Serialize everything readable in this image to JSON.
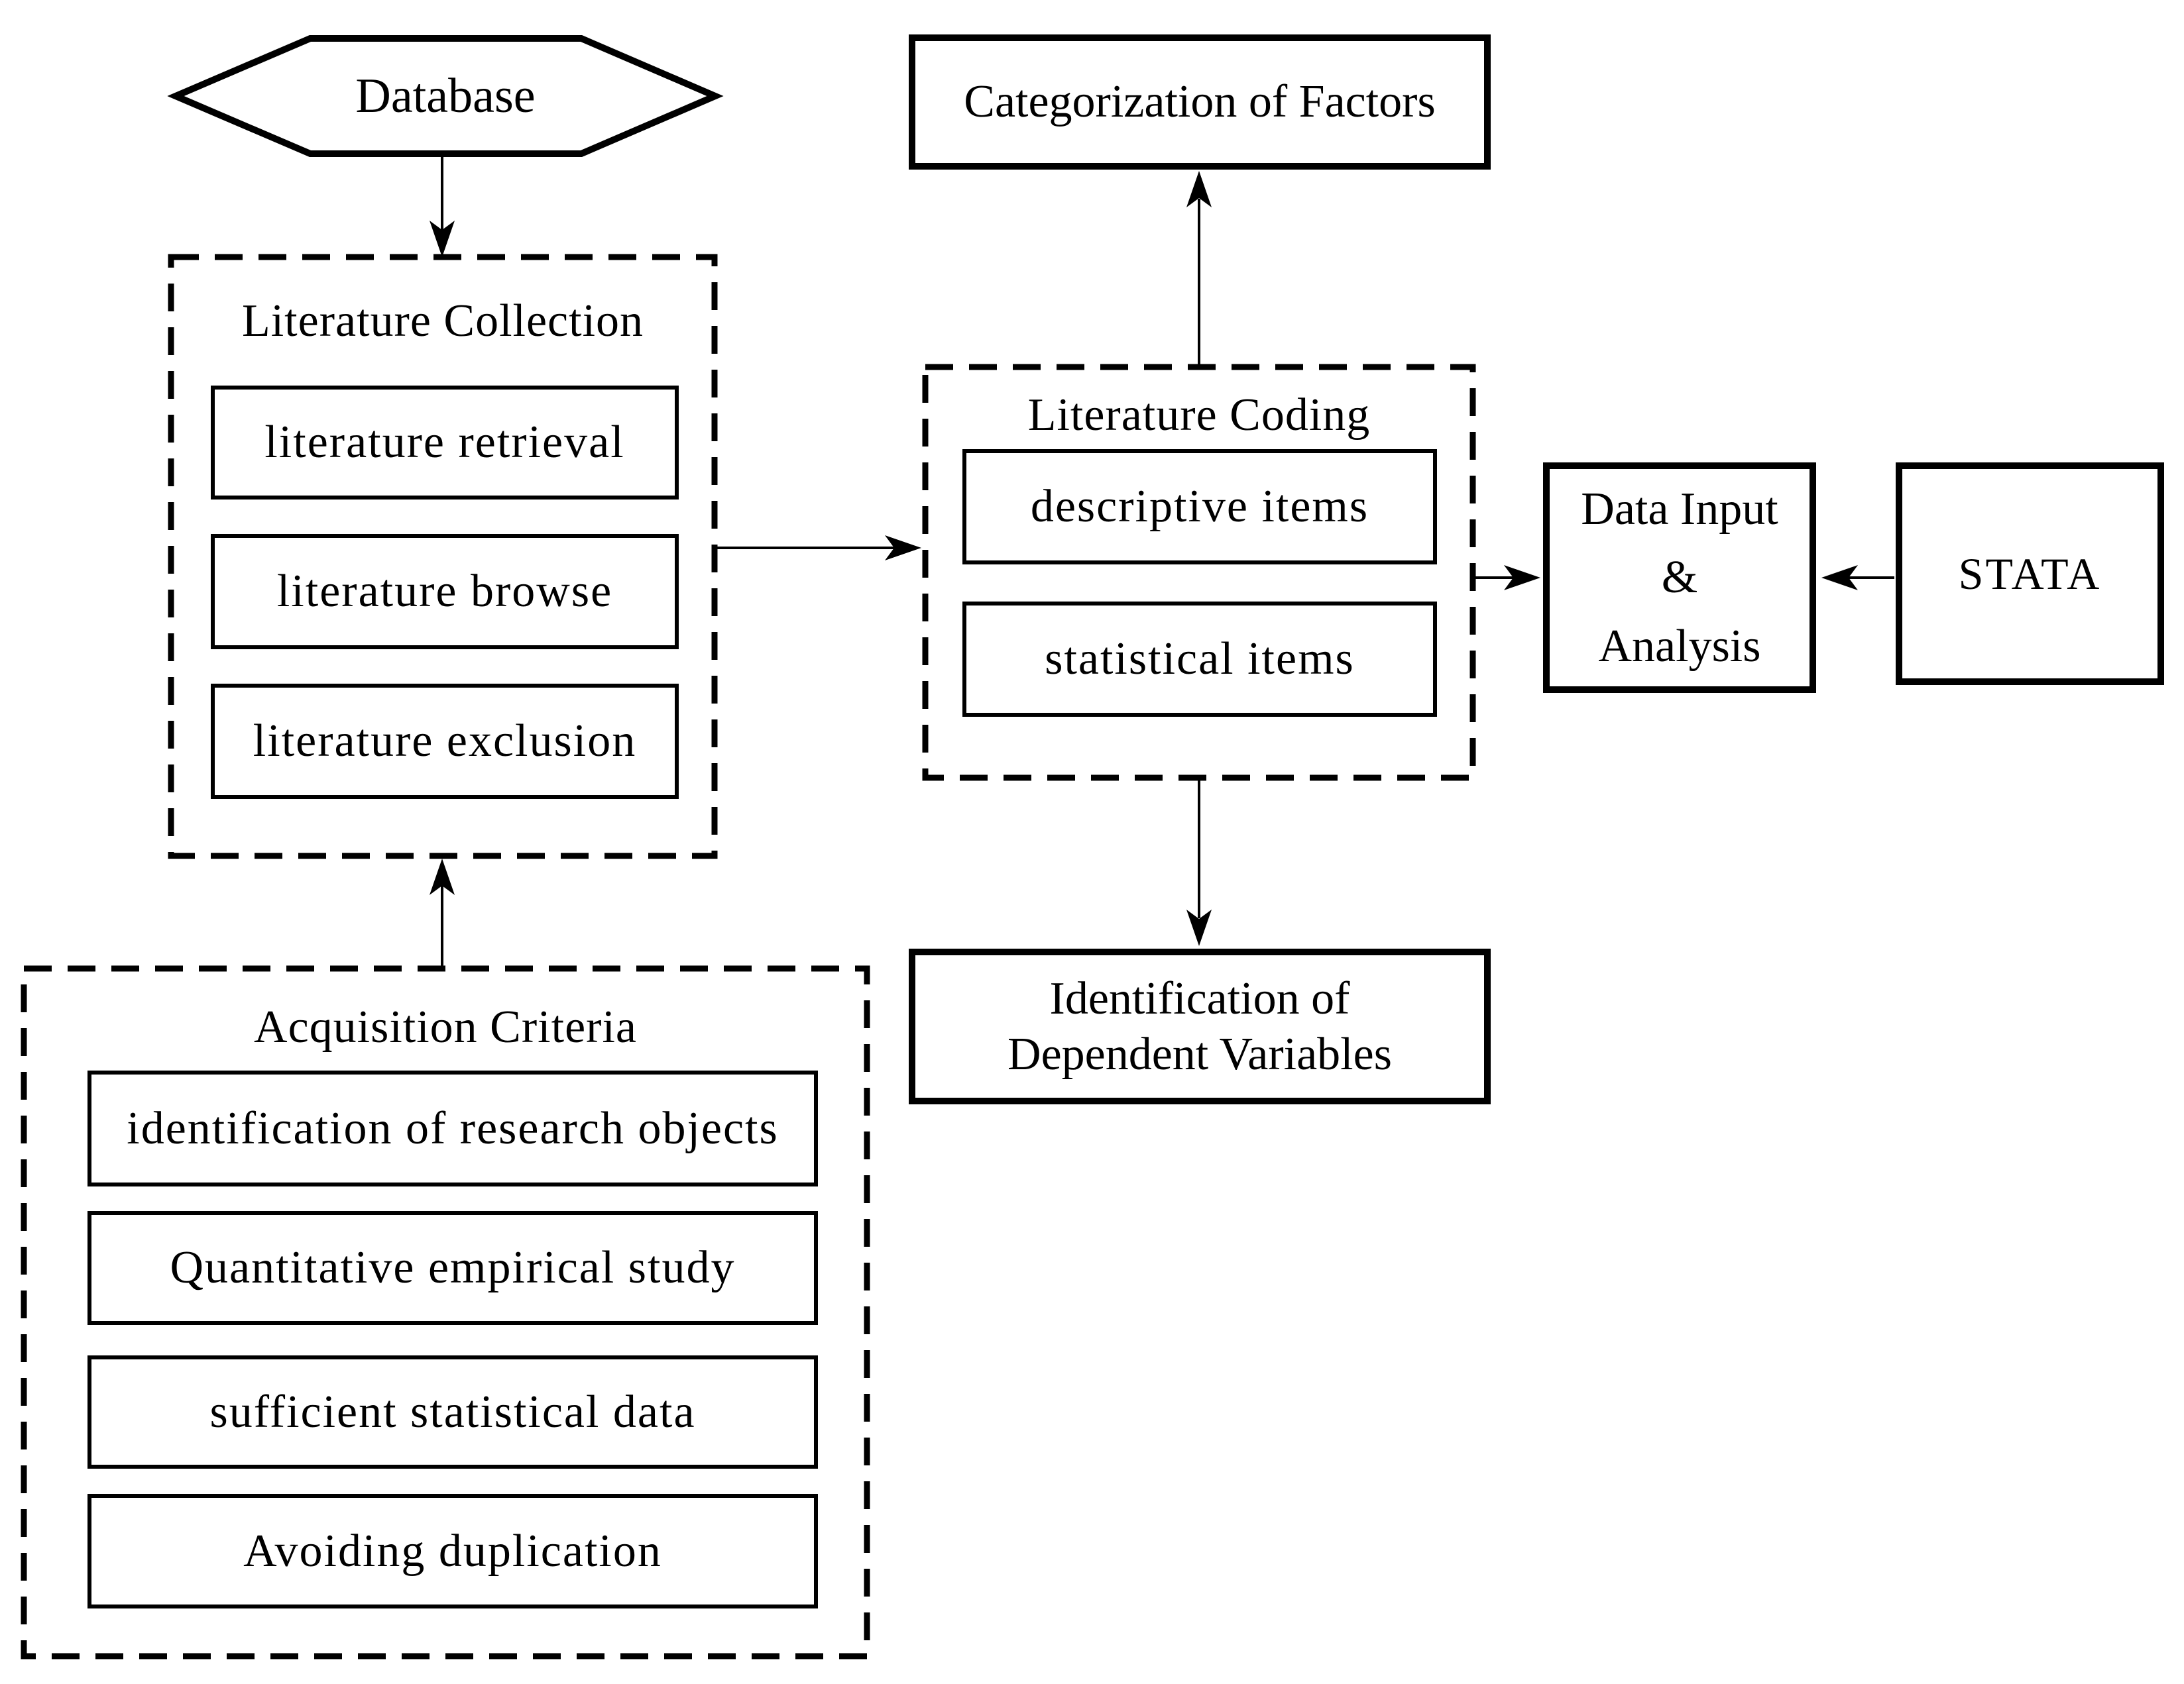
{
  "diagram": {
    "type": "flowchart",
    "colors": {
      "stroke": "#000000",
      "background": "#ffffff",
      "text": "#000000"
    },
    "database": {
      "label": "Database",
      "shape": "hexagon"
    },
    "literature_collection": {
      "title": "Literature Collection",
      "border_style": "dashed",
      "items": [
        {
          "label": "literature retrieval"
        },
        {
          "label": "literature browse"
        },
        {
          "label": "literature exclusion"
        }
      ]
    },
    "acquisition_criteria": {
      "title": "Acquisition Criteria",
      "border_style": "dashed",
      "items": [
        {
          "label": "identification of research objects"
        },
        {
          "label": "Quantitative empirical study"
        },
        {
          "label": "sufficient statistical data"
        },
        {
          "label": "Avoiding duplication"
        }
      ]
    },
    "literature_coding": {
      "title": "Literature Coding",
      "border_style": "dashed",
      "items": [
        {
          "label": "descriptive items"
        },
        {
          "label": "statistical items"
        }
      ]
    },
    "categorization_of_factors": {
      "label": "Categorization of Factors"
    },
    "identification_of_dependent_variables": {
      "lines": [
        "Identification of",
        "Dependent Variables"
      ]
    },
    "data_input_analysis": {
      "lines": [
        "Data Input",
        "&",
        "Analysis"
      ]
    },
    "stata": {
      "label": "STATA"
    },
    "edges": [
      {
        "from": "database",
        "to": "literature_collection",
        "direction": "down"
      },
      {
        "from": "acquisition_criteria",
        "to": "literature_collection",
        "direction": "up"
      },
      {
        "from": "literature_collection",
        "to": "literature_coding",
        "direction": "right"
      },
      {
        "from": "literature_coding",
        "to": "categorization_of_factors",
        "direction": "up"
      },
      {
        "from": "literature_coding",
        "to": "identification_of_dependent_variables",
        "direction": "down"
      },
      {
        "from": "literature_coding",
        "to": "data_input_analysis",
        "direction": "right"
      },
      {
        "from": "stata",
        "to": "data_input_analysis",
        "direction": "left"
      }
    ]
  }
}
